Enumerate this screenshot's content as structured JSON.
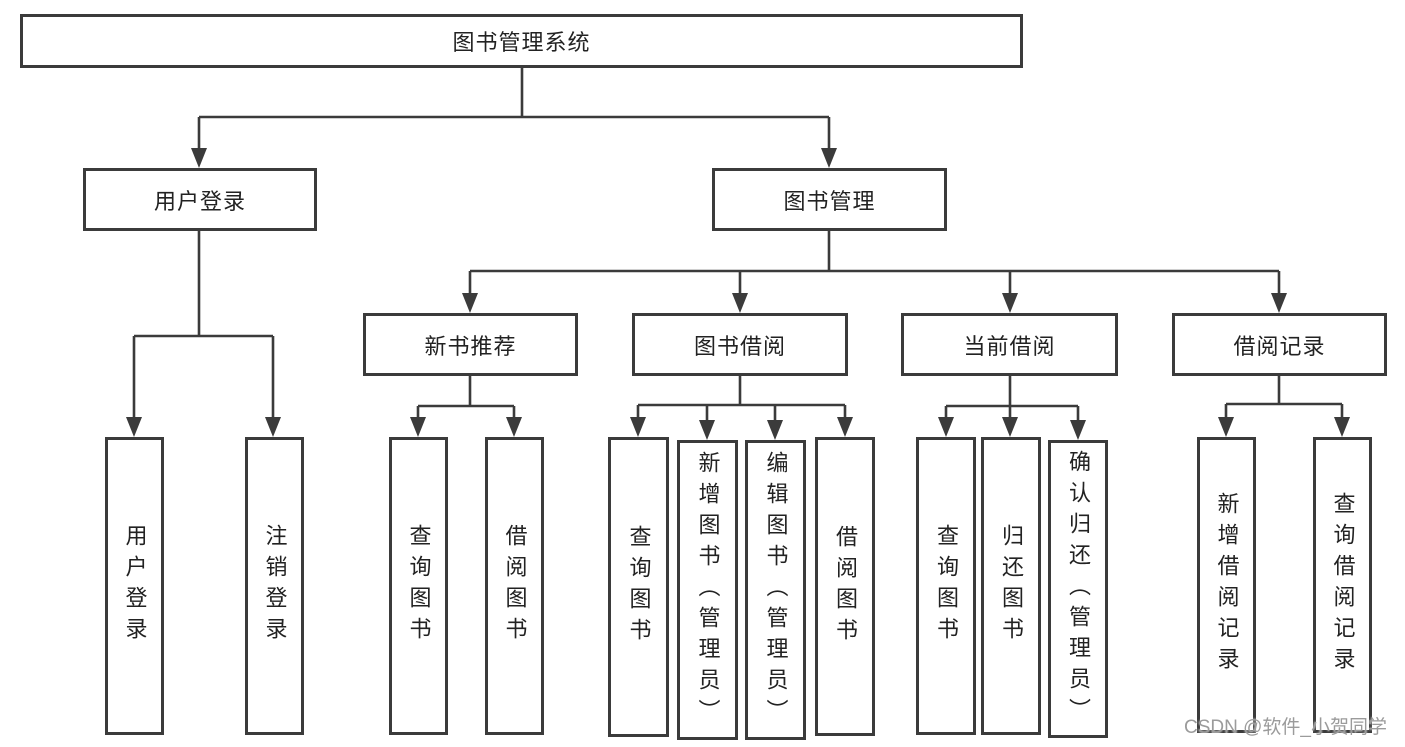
{
  "diagram": {
    "root_label": "图书管理系统",
    "level1": {
      "user_login": "用户登录",
      "book_management": "图书管理"
    },
    "level2": {
      "new_book_recommend": "新书推荐",
      "book_borrowing": "图书借阅",
      "current_borrowing": "当前借阅",
      "borrowing_records": "借阅记录"
    },
    "leaves": {
      "login": "用户登录",
      "logout": "注销登录",
      "rec_query": "查询图书",
      "rec_borrow": "借阅图书",
      "borrow_query": "查询图书",
      "borrow_add": "新增图书（管理员）",
      "borrow_edit": "编辑图书（管理员）",
      "borrow_borrow": "借阅图书",
      "current_query": "查询图书",
      "current_return": "归还图书",
      "current_confirm": "确认归还（管理员）",
      "record_add": "新增借阅记录",
      "record_query": "查询借阅记录"
    },
    "watermark": "CSDN @软件_小贺同学"
  },
  "colors": {
    "line": "#3b3b3b",
    "text": "#222222",
    "watermark": "#9b9b9b",
    "background": "#ffffff"
  }
}
